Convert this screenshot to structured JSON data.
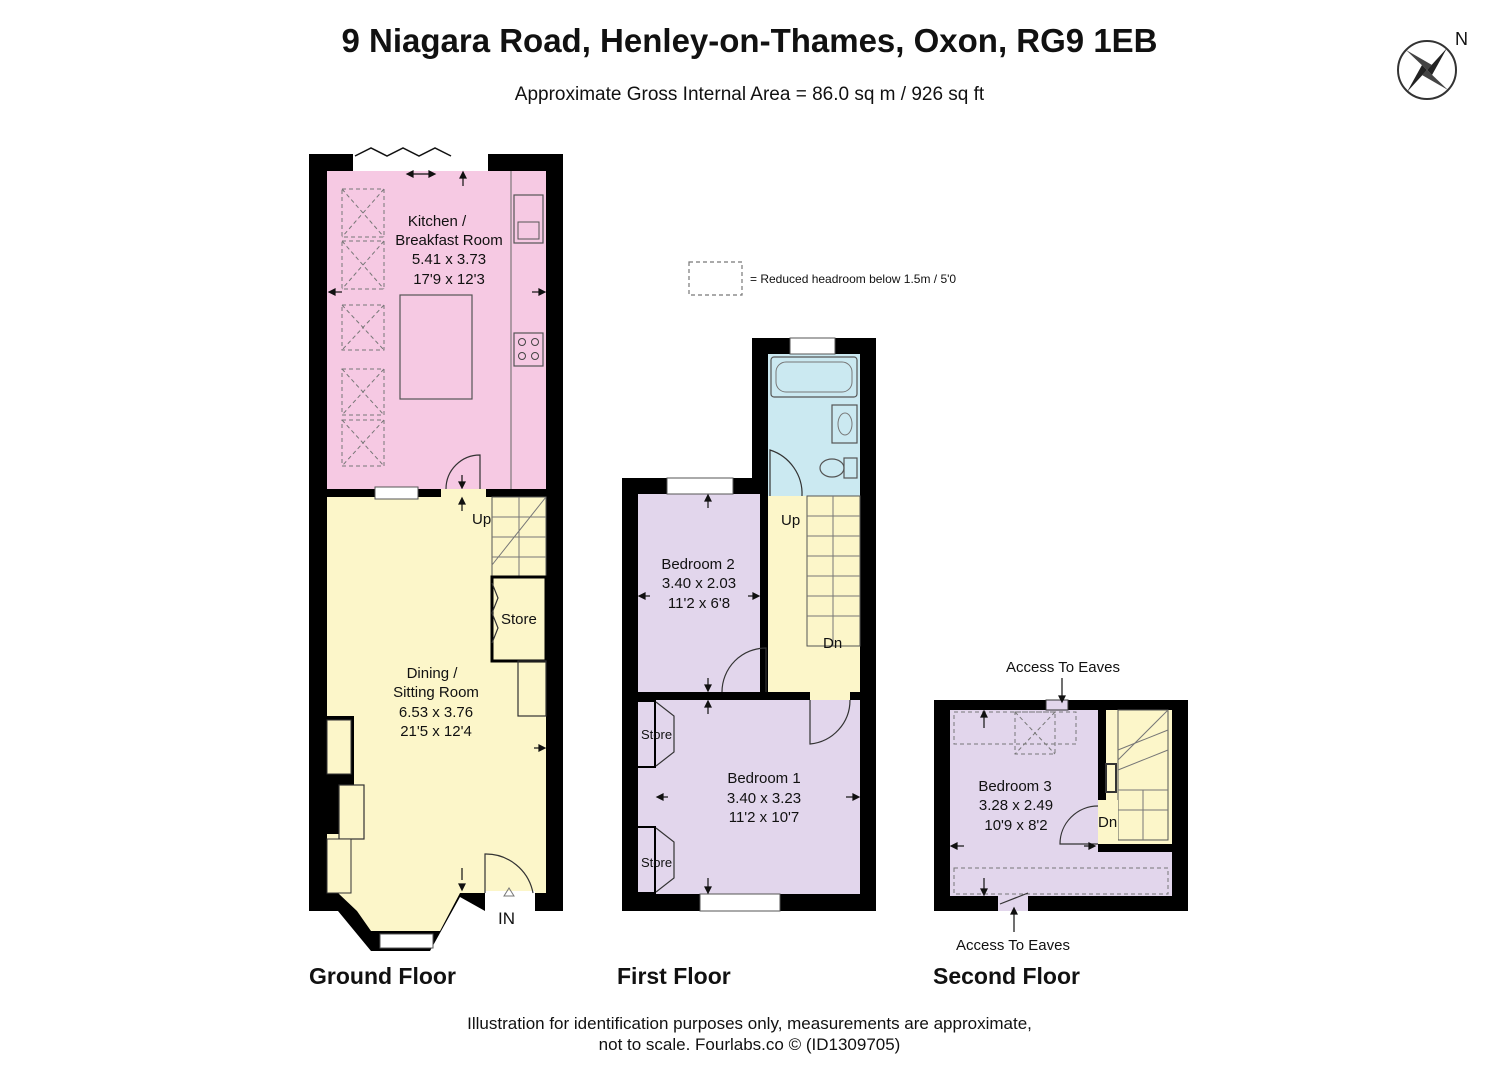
{
  "title": "9 Niagara Road, Henley-on-Thames, Oxon, RG9 1EB",
  "area_text": "Approximate Gross Internal Area = 86.0 sq m / 926 sq ft",
  "compass_letter": "N",
  "legend_text": "= Reduced headroom below 1.5m / 5'0",
  "floors": {
    "ground": "Ground Floor",
    "first": "First Floor",
    "second": "Second Floor"
  },
  "rooms": {
    "kitchen": {
      "name1": "Kitchen /",
      "name2": "Breakfast Room",
      "metric": "5.41 x 3.73",
      "imperial": "17'9 x 12'3"
    },
    "dining": {
      "name1": "Dining /",
      "name2": "Sitting Room",
      "metric": "6.53 x 3.76",
      "imperial": "21'5 x 12'4"
    },
    "store_ground": "Store",
    "bedroom2": {
      "name": "Bedroom 2",
      "metric": "3.40 x 2.03",
      "imperial": "11'2 x 6'8"
    },
    "bedroom1": {
      "name": "Bedroom 1",
      "metric": "3.40 x 3.23",
      "imperial": "11'2 x 10'7"
    },
    "store_first_top": "Store",
    "store_first_bottom": "Store",
    "bedroom3": {
      "name": "Bedroom 3",
      "metric": "3.28 x 2.49",
      "imperial": "10'9 x 8'2"
    }
  },
  "stairs": {
    "ground_up": "Up",
    "first_up": "Up",
    "first_dn": "Dn",
    "second_dn": "Dn"
  },
  "entrance_label": "IN",
  "eaves_top": "Access To Eaves",
  "eaves_bottom": "Access To Eaves",
  "footer": {
    "line1": "Illustration for identification purposes only, measurements are approximate,",
    "line2": "not to scale. Fourlabs.co © (ID1309705)"
  },
  "colors": {
    "wall": "#000000",
    "kitchen": "#f6c9e3",
    "dining": "#fcf6c9",
    "bedroom": "#e2d6ec",
    "bathroom": "#cbe9f1",
    "landing": "#fcf6c9"
  }
}
